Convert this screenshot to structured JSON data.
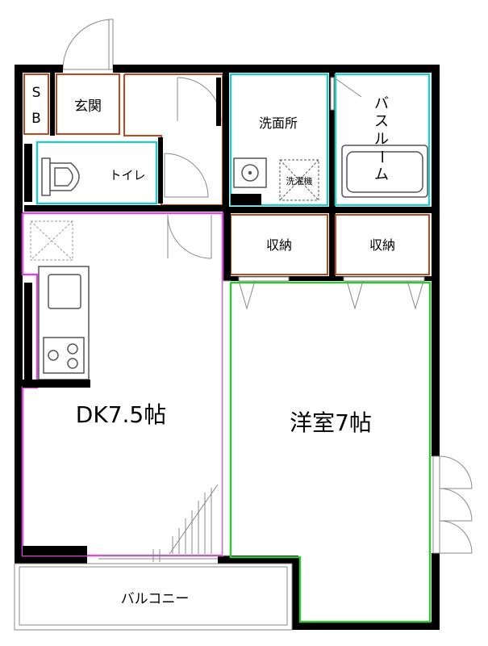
{
  "rooms": {
    "sb": {
      "label_s": "S",
      "label_b": "B"
    },
    "genkan": {
      "label": "玄関"
    },
    "toilet": {
      "label": "トイレ"
    },
    "washroom": {
      "label": "洗面所"
    },
    "washer": {
      "label": "洗濯機"
    },
    "bathroom": {
      "label": "バスルーム",
      "chars": [
        "バ",
        "ス",
        "ル",
        "ー",
        "ム"
      ]
    },
    "storage_1": {
      "label": "収納"
    },
    "storage_2": {
      "label": "収納"
    },
    "dk": {
      "label": "DK7.5帖"
    },
    "western_room": {
      "label": "洋室7帖"
    },
    "balcony": {
      "label": "バルコニー"
    }
  },
  "colors": {
    "wall": "#000000",
    "entrance_outline": "#c0461c",
    "wet_area_outline": "#2ec7c7",
    "dk_outline": "#d64bd6",
    "western_outline": "#38c238",
    "fixture_stroke": "#555555",
    "thin_line": "#888888"
  }
}
